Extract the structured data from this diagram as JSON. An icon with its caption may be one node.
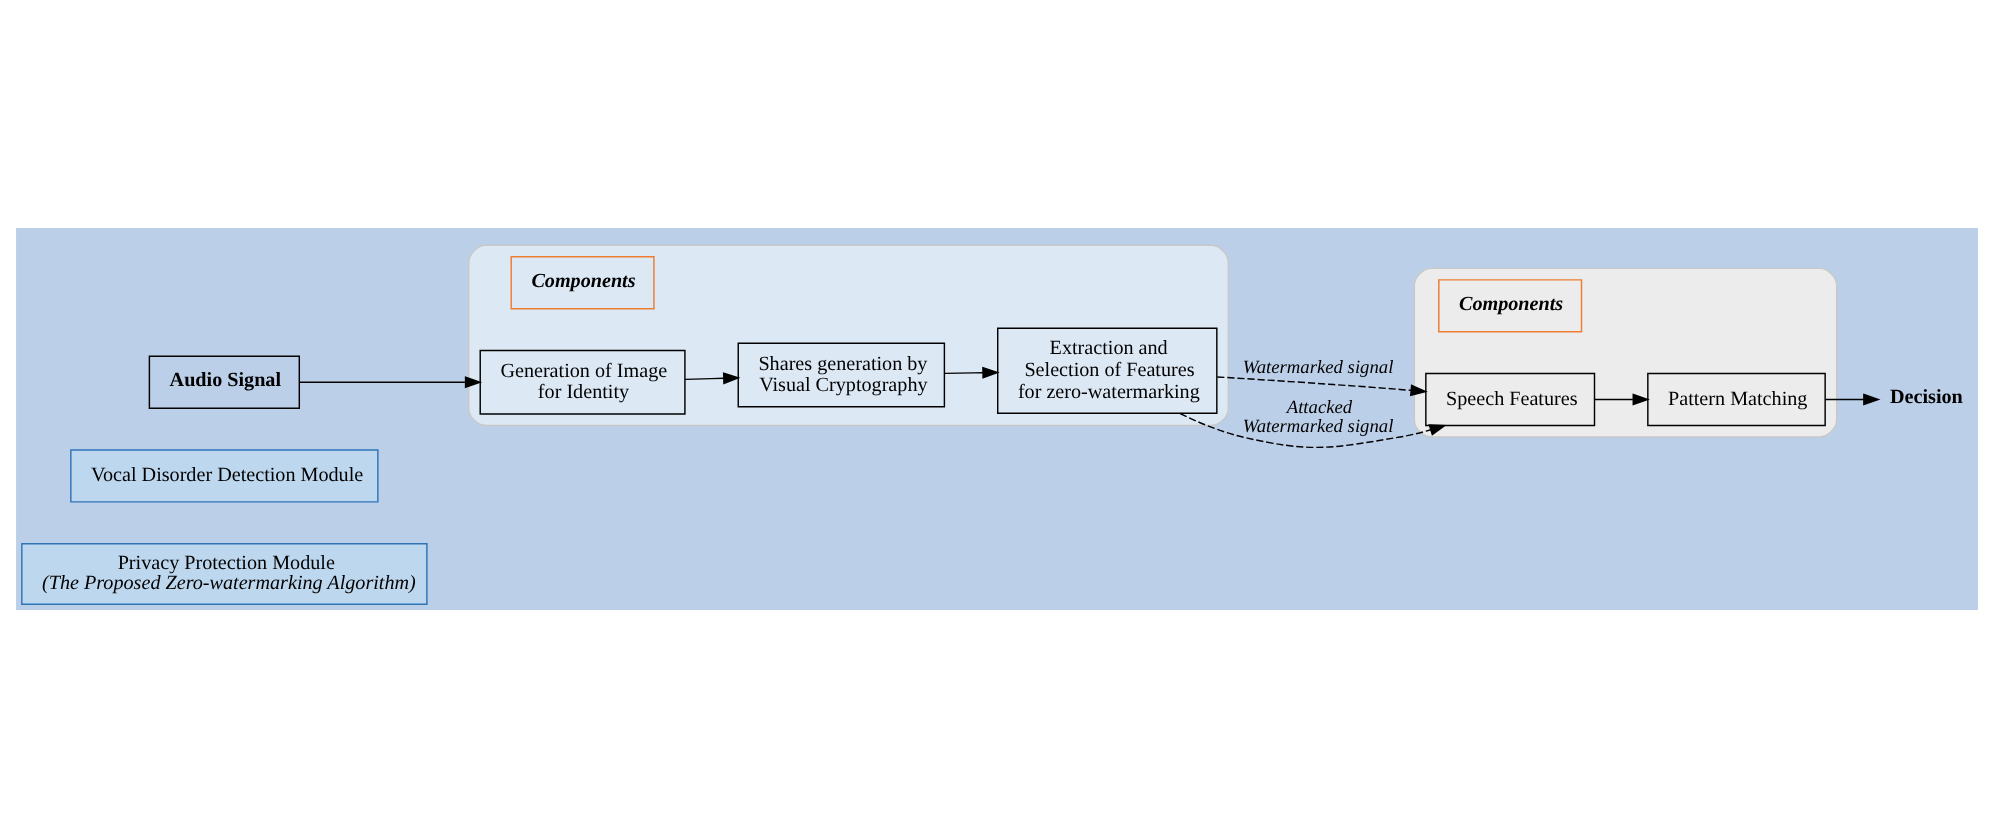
{
  "diagram": {
    "nodes": [
      {
        "text": [
          "Privacy Protection Module",
          "(The Proposed Zero-watermarking Algorithm)"
        ]
      },
      {
        "text": [
          "Vocal Disorder Detection Module"
        ]
      },
      {
        "text": [],
        "shape": "cloud"
      },
      {
        "text": [
          "Components"
        ],
        "in": 2
      },
      {
        "text": [
          "Generation of Image for Identity"
        ],
        "in": 2
      },
      {
        "text": [
          "Shares generation by Visual Cryptography"
        ],
        "in": 2
      },
      {
        "text": [
          "Extraction and Selection of Features for zero-watermarking"
        ],
        "in": 2
      },
      {
        "text": [
          "Audio Signal"
        ]
      },
      {
        "text": [],
        "shape": "cloud"
      },
      {
        "text": [
          "Components"
        ],
        "in": 8
      },
      {
        "text": [
          "Speech Features"
        ],
        "in": 8
      },
      {
        "text": [
          "Pattern Matching"
        ],
        "in": 8
      },
      {
        "text": [
          "Decision"
        ]
      }
    ],
    "edges": [
      {
        "from": 7,
        "to": 4,
        "arrow": "to"
      },
      {
        "from": 4,
        "to": 5,
        "arrow": "to"
      },
      {
        "from": 5,
        "to": 6,
        "arrow": "to"
      },
      {
        "from": 6,
        "to": 10,
        "arrow": "to",
        "label": "Watermarked signal",
        "style": "dashed"
      },
      {
        "from": 6,
        "to": 10,
        "arrow": "to",
        "label": "Attacked Watermarked signal",
        "style": "dashed"
      },
      {
        "from": 10,
        "to": 11,
        "arrow": "to"
      },
      {
        "from": 11,
        "to": 12,
        "arrow": "to"
      }
    ]
  }
}
